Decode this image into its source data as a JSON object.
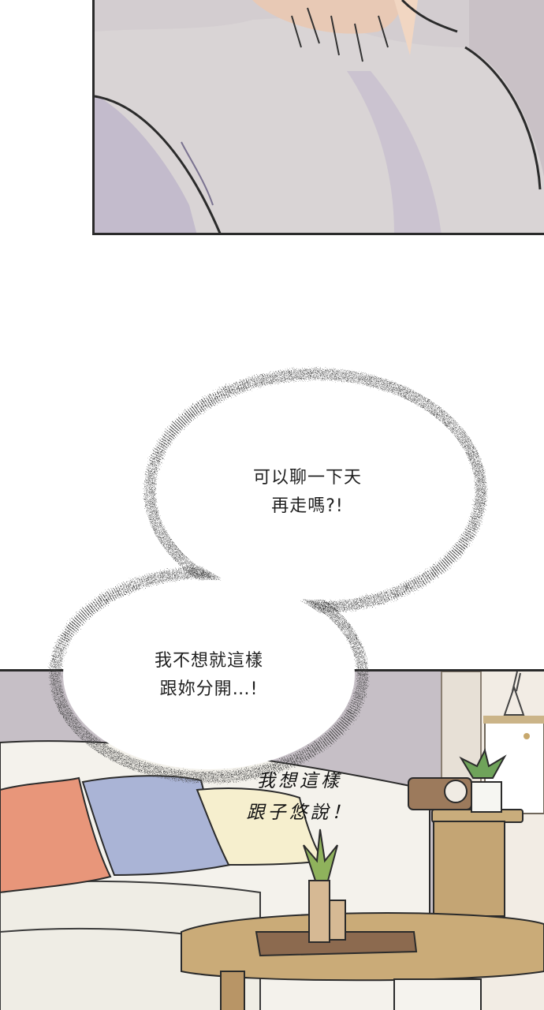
{
  "bubbles": [
    {
      "lines": [
        "可以聊一下天",
        "再走嗎?!"
      ]
    },
    {
      "lines": [
        "我不想就這樣",
        "跟妳分開…!"
      ]
    }
  ],
  "caption": {
    "lines": [
      "我想這樣",
      "跟子悠說！"
    ]
  },
  "colors": {
    "sweater": "#d6d0d2",
    "sweater_shadow": "#b7aec6",
    "wall": "#c9c2c8",
    "sofa": "#f3f1ea",
    "pillow_orange": "#e8977a",
    "pillow_blue": "#a9b4d6",
    "wood": "#c9ad7c"
  }
}
